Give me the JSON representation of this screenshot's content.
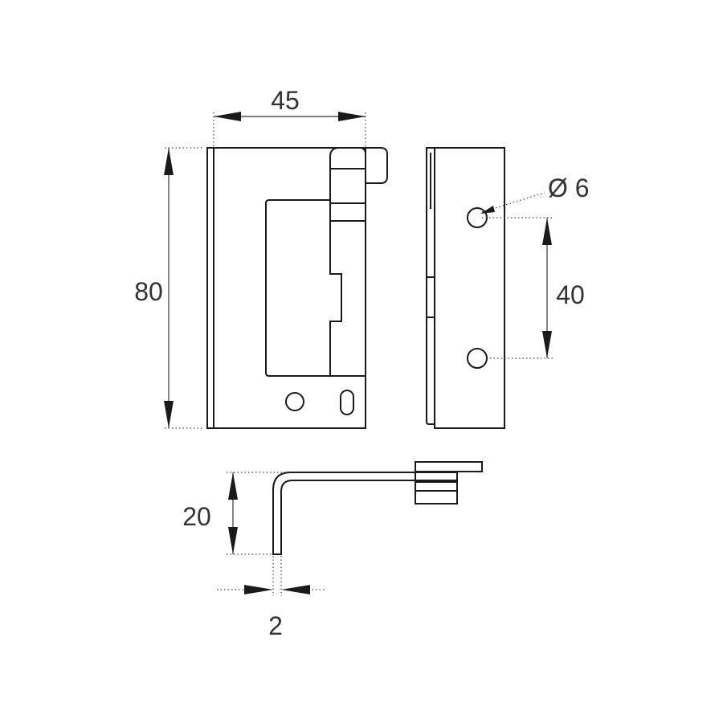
{
  "dimensions": {
    "width": "45",
    "height": "80",
    "hole_diameter": "Ø 6",
    "hole_spacing": "40",
    "depth": "20",
    "thickness": "2"
  },
  "colors": {
    "line": "#1a1a1a",
    "text": "#333333"
  }
}
